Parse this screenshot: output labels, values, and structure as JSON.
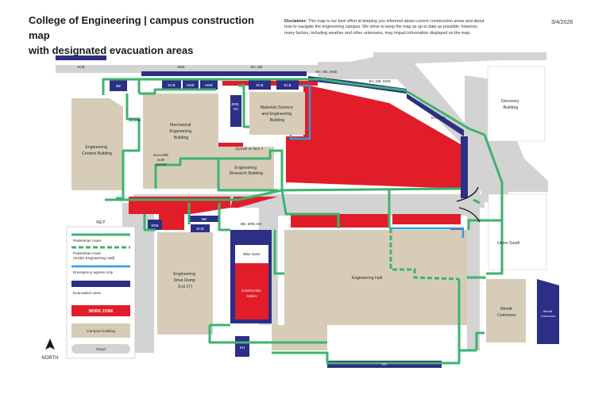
{
  "header": {
    "title_line1": "College of Engineering | campus construction map",
    "title_line2": "with designated evacuation areas",
    "disclaimer_label": "Disclaimer:",
    "disclaimer_text": "This map is our best effort at keeping you informed about current construction areas and about how to navigate the engineering campus. We strive to keep the map as up to date as possible; however, many factors, including weather and other unknowns, may impact information displayed on the map.",
    "date": "3/4/2026"
  },
  "buildings": {
    "engineering_centers": [
      "Engineering",
      "Centers Building"
    ],
    "mechanical_engineering": [
      "Mechanical",
      "Engineering",
      "Building"
    ],
    "materials_science": [
      "Materials Science",
      "and Engineering",
      "Building"
    ],
    "engineering_research": [
      "Engineering",
      "Research Building"
    ],
    "engineering_hall": "Engineering Hall",
    "drive_ramp": [
      "Engineering",
      "Drive Ramp",
      "(Lot 17)"
    ],
    "wendt_commons": [
      "Wendt",
      "Commons"
    ],
    "discovery": [
      "Discovery",
      "Building"
    ],
    "union_south": "Union South",
    "bike_racks": "Bike racks",
    "construction_trailers": [
      "Construction",
      "trailers"
    ],
    "wendt_commons_evac": [
      "Wendt",
      "Commons"
    ]
  },
  "annotations": {
    "skywalk": "skywalk",
    "skywalk_floor2": "skywalk on floor 2",
    "accessible_route": [
      "accessible",
      "route",
      "posted"
    ]
  },
  "evacuation_labels": {
    "ecb_top": "ECB",
    "mse_top": "MSE",
    "eh_me_top": "EH, ME",
    "eh_me_mse": "EH, ME, MSE",
    "eh_me_mse_2": "EH, ME, MSE",
    "eh_mse": "EH, MSE",
    "me": "ME",
    "ecb_1": "ECB",
    "mse_1": "MSE",
    "mse_2": "MSE",
    "ecb_2": "ECB",
    "ecb_3": "ECB",
    "erb_eh": [
      "ERB,",
      "EH"
    ],
    "erb": "ERB",
    "me_2": "ME",
    "ecb_4": "ECB",
    "me_erb_eh": "ME, ERB, EH",
    "eh_1": "EH",
    "eh_2": "EH"
  },
  "legend": {
    "title": "KEY",
    "items": [
      {
        "label": "Pedestrian route"
      },
      {
        "label": [
          "Pedestrian route",
          "(inside Engineering Hall)"
        ]
      },
      {
        "label": "Emergency egress only"
      },
      {
        "label": "Evacuation area"
      },
      {
        "label": "WORK ZONE"
      },
      {
        "label": "Campus building"
      },
      {
        "label": "Road"
      }
    ]
  },
  "compass": {
    "label": "NORTH"
  },
  "colors": {
    "pedestrian": "#3cb46e",
    "egress": "#2e9ee0",
    "evacuation": "#2b2f85",
    "work_zone": "#e11d2a",
    "building": "#d6ccb8",
    "road": "#d3d3d3"
  }
}
